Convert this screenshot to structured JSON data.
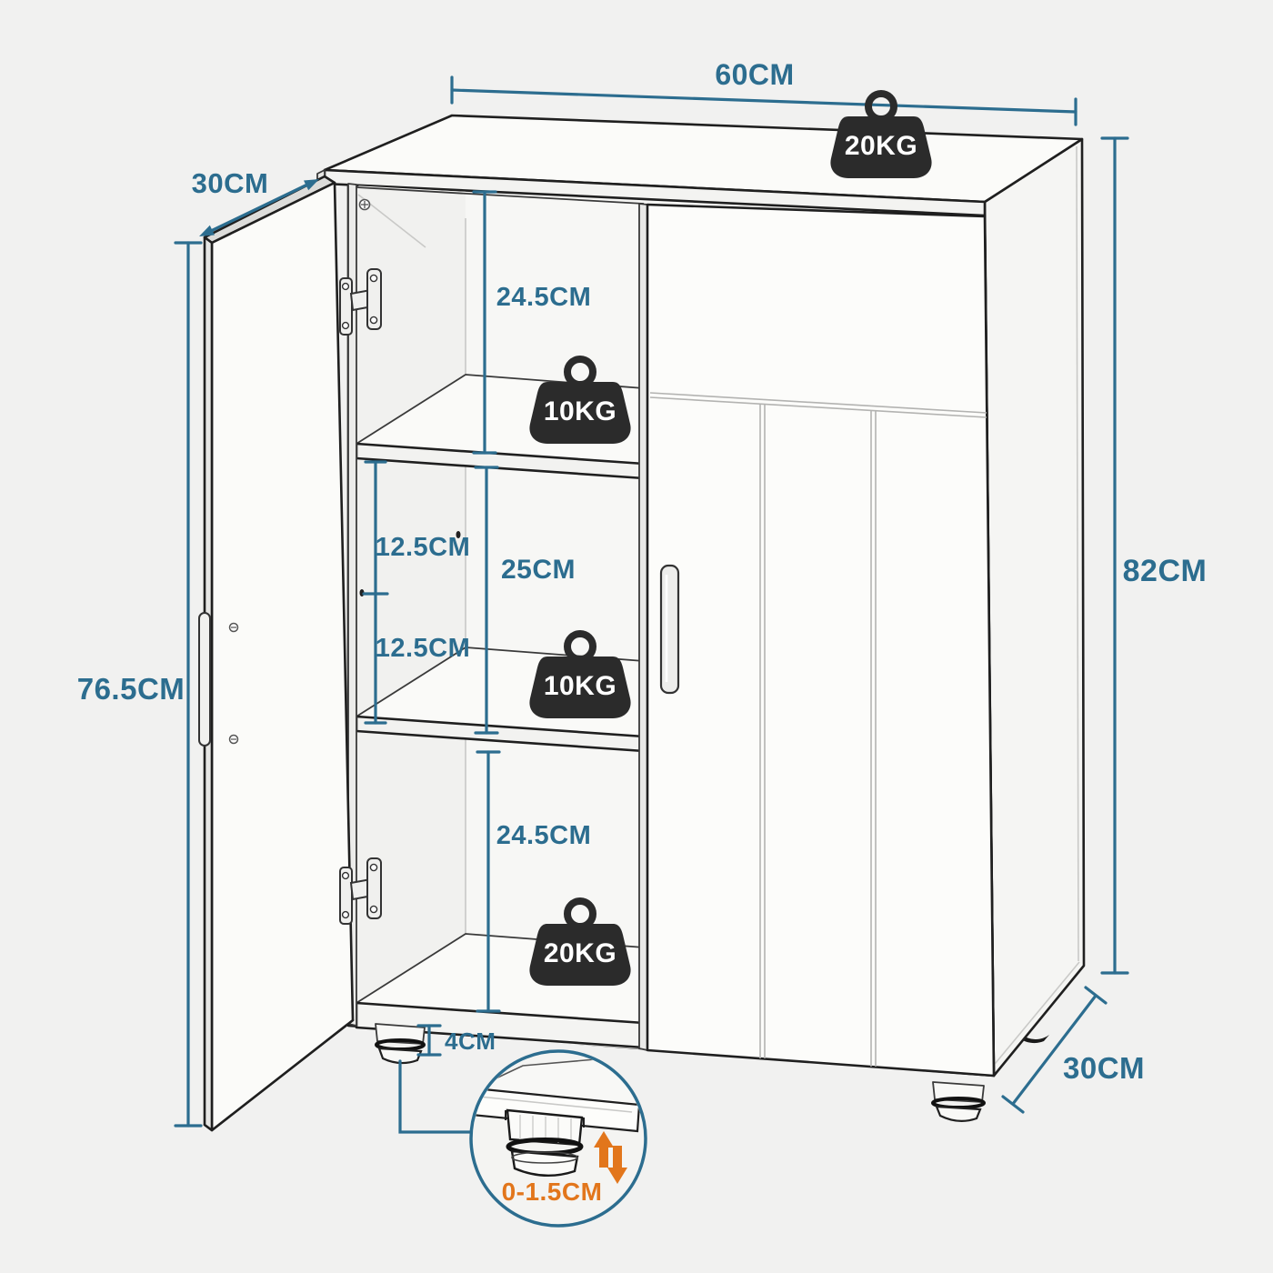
{
  "diagram": {
    "type": "furniture-dimension-diagram",
    "subject": "two-door floor cabinet with shelves and adjustable feet",
    "colors": {
      "background": "#f1f1f0",
      "dimension_teal": "#2c6d8f",
      "accent_orange": "#e2761c",
      "weight_badge": "#2b2b2b",
      "line_art": "#1f1f1f"
    },
    "dimensions": {
      "top_width": "60CM",
      "door_width": "30CM",
      "door_height": "76.5CM",
      "total_height": "82CM",
      "depth": "30CM",
      "compartment_top": "24.5CM",
      "compartment_middle": "25CM",
      "compartment_bottom": "24.5CM",
      "shelf_pin_spacing_upper": "12.5CM",
      "shelf_pin_spacing_lower": "12.5CM",
      "foot_height": "4CM",
      "foot_adjust_range": "0-1.5CM"
    },
    "load_capacities": {
      "top_panel": "20KG",
      "upper_shelf": "10KG",
      "lower_shelf": "10KG",
      "bottom_panel": "20KG"
    }
  }
}
